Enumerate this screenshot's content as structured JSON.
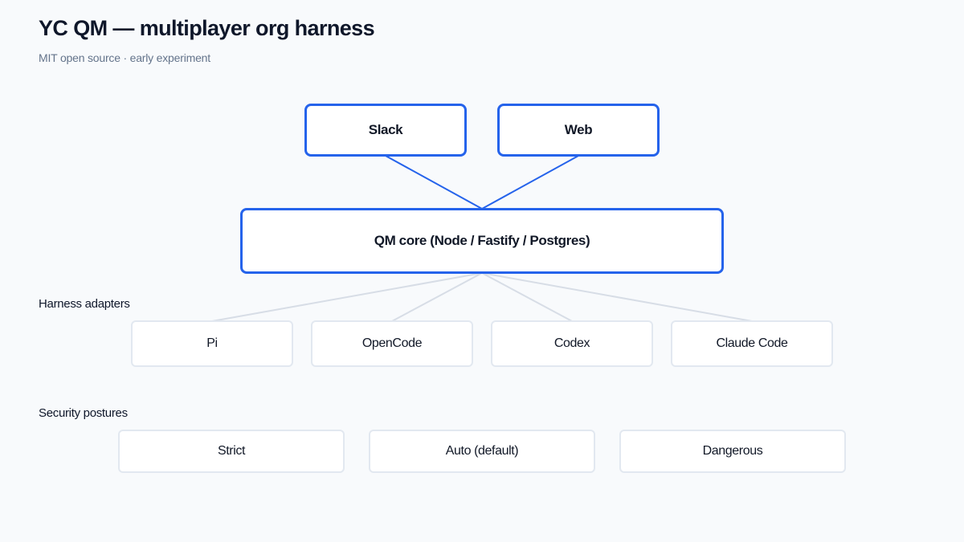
{
  "header": {
    "title": "YC QM — multiplayer org harness",
    "subtitle": "MIT open source · early experiment"
  },
  "diagram": {
    "channels": [
      "Slack",
      "Web"
    ],
    "core": "QM core (Node / Fastify / Postgres)",
    "adapters_label": "Harness adapters",
    "adapters": [
      "Pi",
      "OpenCode",
      "Codex",
      "Claude Code"
    ],
    "postures_label": "Security postures",
    "postures": [
      "Strict",
      "Auto (default)",
      "Dangerous"
    ]
  },
  "colors": {
    "accent": "#2563eb",
    "muted_border": "#e2e8f0",
    "background": "#f8fafc"
  }
}
